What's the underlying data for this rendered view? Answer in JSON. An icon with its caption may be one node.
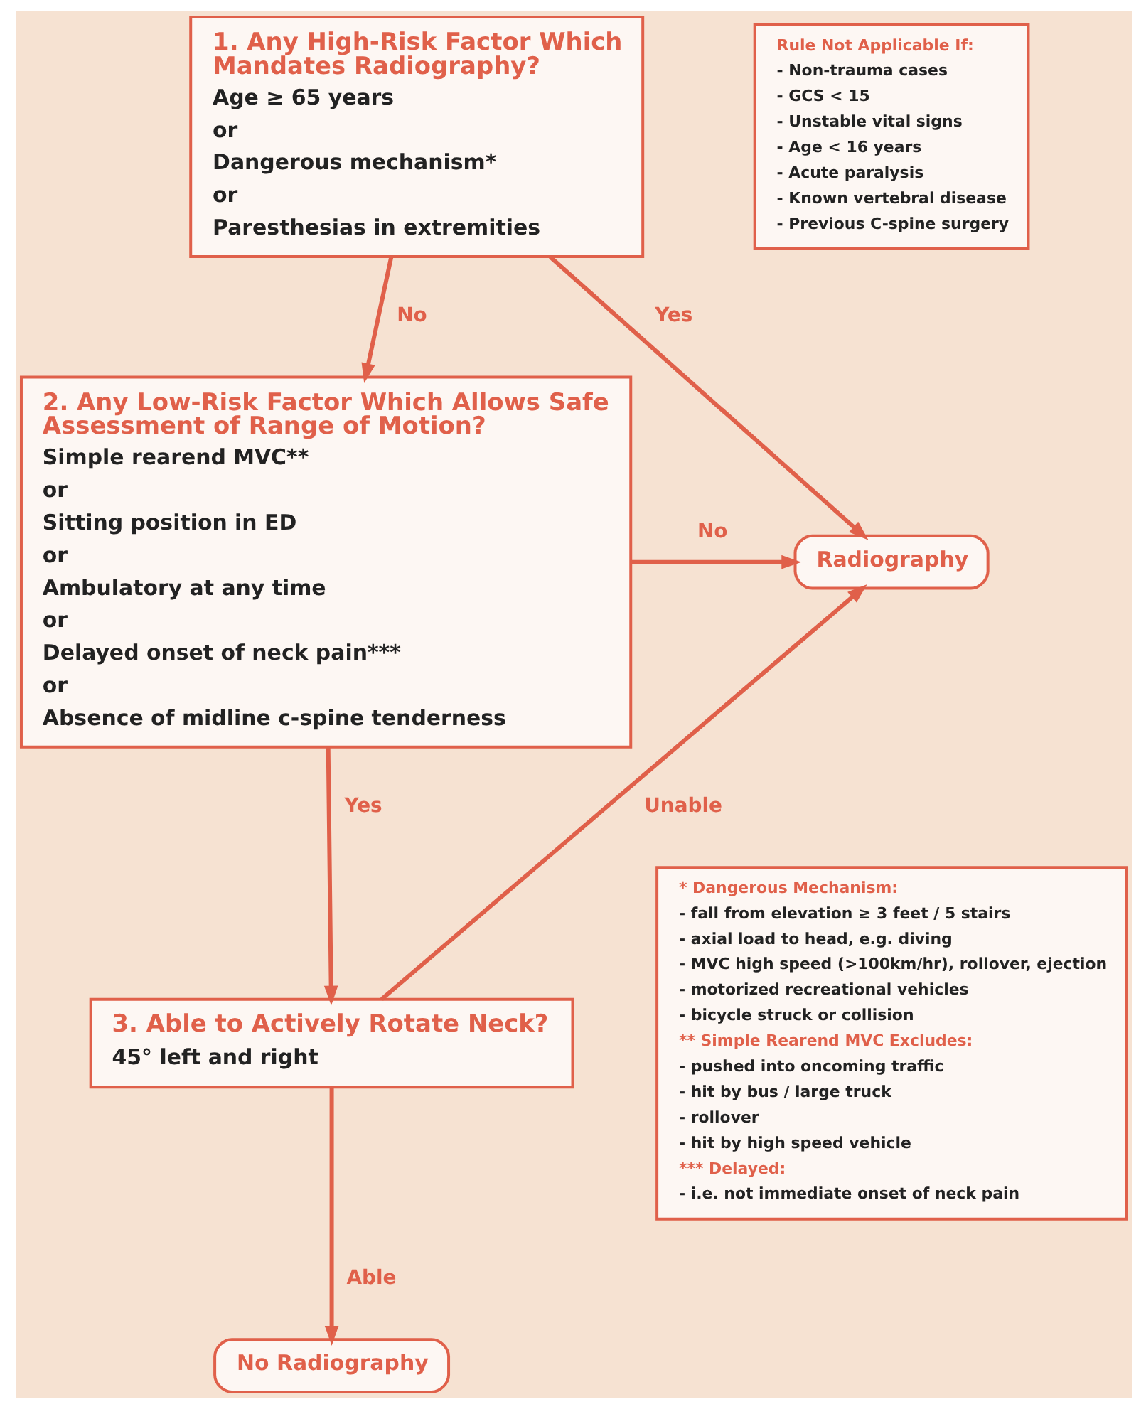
{
  "diagram": {
    "nodes": [
      {
        "text": [
          "1. Any High-Risk Factor Which Mandates Radiography?",
          "Age ≥ 65 years",
          "or",
          "Dangerous mechanism*",
          "or",
          "Paresthesias in extremities"
        ]
      },
      {
        "text": [
          "Rule Not Applicable If:",
          "- Non-trauma cases",
          "- GCS < 15",
          "- Unstable vital signs",
          "- Age < 16 years",
          "- Acute paralysis",
          "- Known vertebral disease",
          "- Previous C-spine surgery"
        ]
      },
      {
        "text": [
          "2. Any Low-Risk Factor Which Allows Safe Assessment of Range of Motion?",
          "Simple rearend MVC**",
          "or",
          "Sitting position in ED",
          "or",
          "Ambulatory at any time",
          "or",
          "Delayed onset of neck pain***",
          "or",
          "Absence of midline c-spine tenderness"
        ]
      },
      {
        "text": [
          "Radiography"
        ]
      },
      {
        "text": [
          "3. Able to Actively Rotate Neck?",
          "45° left and right"
        ]
      },
      {
        "text": [
          "No Radiography"
        ]
      },
      {
        "text": [
          "* Dangerous Mechanism:",
          "- fall from elevation ≥ 3 feet / 5 stairs",
          "- axial load to head, e.g. diving",
          "- MVC high speed (>100km/hr), rollover, ejection",
          "- motorized recreational vehicles",
          "- bicycle struck or collision",
          "** Simple Rearend MVC Excludes:",
          "- pushed into oncoming traffic",
          "- hit by bus / large truck",
          "- rollover",
          "- hit by high speed vehicle",
          "*** Delayed:",
          "- i.e. not immediate onset of neck pain"
        ]
      }
    ],
    "edges": [
      {
        "from": 0,
        "to": 2,
        "arrow": "to",
        "label": "No"
      },
      {
        "from": 0,
        "to": 3,
        "arrow": "to",
        "label": "Yes"
      },
      {
        "from": 2,
        "to": 3,
        "arrow": "to",
        "label": "No"
      },
      {
        "from": 2,
        "to": 4,
        "arrow": "to",
        "label": "Yes"
      },
      {
        "from": 4,
        "to": 3,
        "arrow": "to",
        "label": "Unable"
      },
      {
        "from": 4,
        "to": 5,
        "arrow": "to",
        "label": "Able"
      }
    ]
  }
}
